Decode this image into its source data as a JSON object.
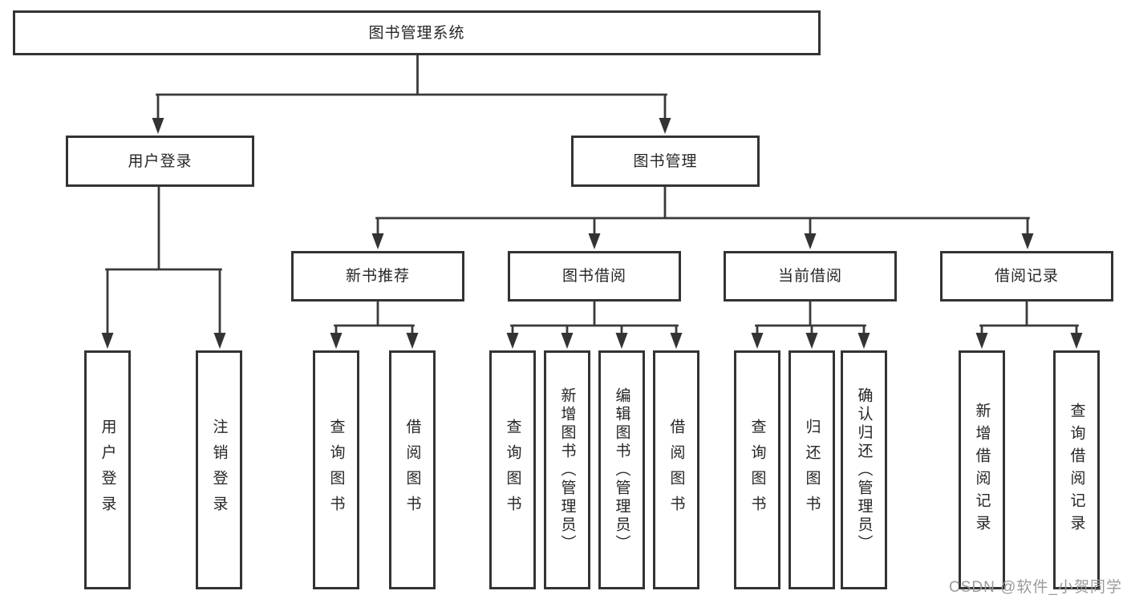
{
  "tree": {
    "root": {
      "label": "图书管理系统"
    },
    "branches": [
      {
        "label": "用户登录",
        "children": [
          {
            "label": "用户登录"
          },
          {
            "label": "注销登录"
          }
        ]
      },
      {
        "label": "图书管理",
        "children": [
          {
            "label": "新书推荐",
            "children": [
              {
                "label": "查询图书"
              },
              {
                "label": "借阅图书"
              }
            ]
          },
          {
            "label": "图书借阅",
            "children": [
              {
                "label": "查询图书"
              },
              {
                "label": "新增图书（管理员）"
              },
              {
                "label": "编辑图书（管理员）"
              },
              {
                "label": "借阅图书"
              }
            ]
          },
          {
            "label": "当前借阅",
            "children": [
              {
                "label": "查询图书"
              },
              {
                "label": "归还图书"
              },
              {
                "label": "确认归还（管理员）"
              }
            ]
          },
          {
            "label": "借阅记录",
            "children": [
              {
                "label": "新增借阅记录"
              },
              {
                "label": "查询借阅记录"
              }
            ]
          }
        ]
      }
    ]
  },
  "watermark": {
    "text": "CSDN @软件_小贺同学"
  },
  "colors": {
    "line": "#3a3a3a",
    "border": "#333333",
    "text": "#262626",
    "watermark": "#9b9b9b",
    "background": "#ffffff"
  }
}
